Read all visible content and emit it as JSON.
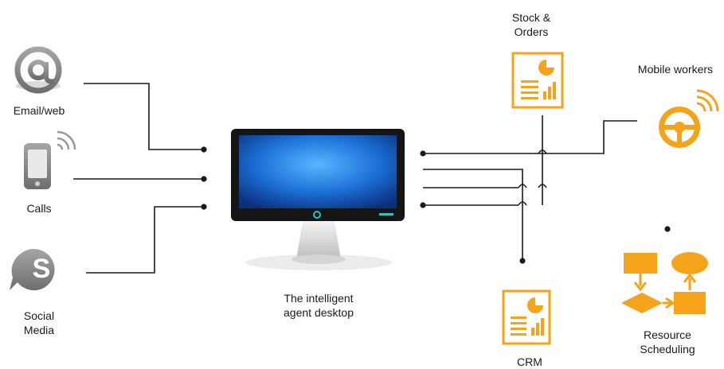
{
  "labels": {
    "email": "Email/web",
    "calls": "Calls",
    "social": "Social\nMedia",
    "desktop": "The intelligent\nagent desktop",
    "stock": "Stock &\nOrders",
    "mobile": "Mobile workers",
    "crm": "CRM",
    "resource": "Resource\nScheduling"
  },
  "colors": {
    "accent": "#f5a31a",
    "icon_grey": "#8a8a8a",
    "line": "#1a1a1a",
    "screen": "#1c6fd6"
  },
  "icons": {
    "email": "at-sign-icon",
    "calls": "mobile-phone-icon",
    "social": "skype-icon",
    "desktop": "monitor-icon",
    "stock": "report-document-icon",
    "mobile": "steering-wheel-icon",
    "crm": "report-document-icon",
    "resource": "flowchart-icon"
  }
}
